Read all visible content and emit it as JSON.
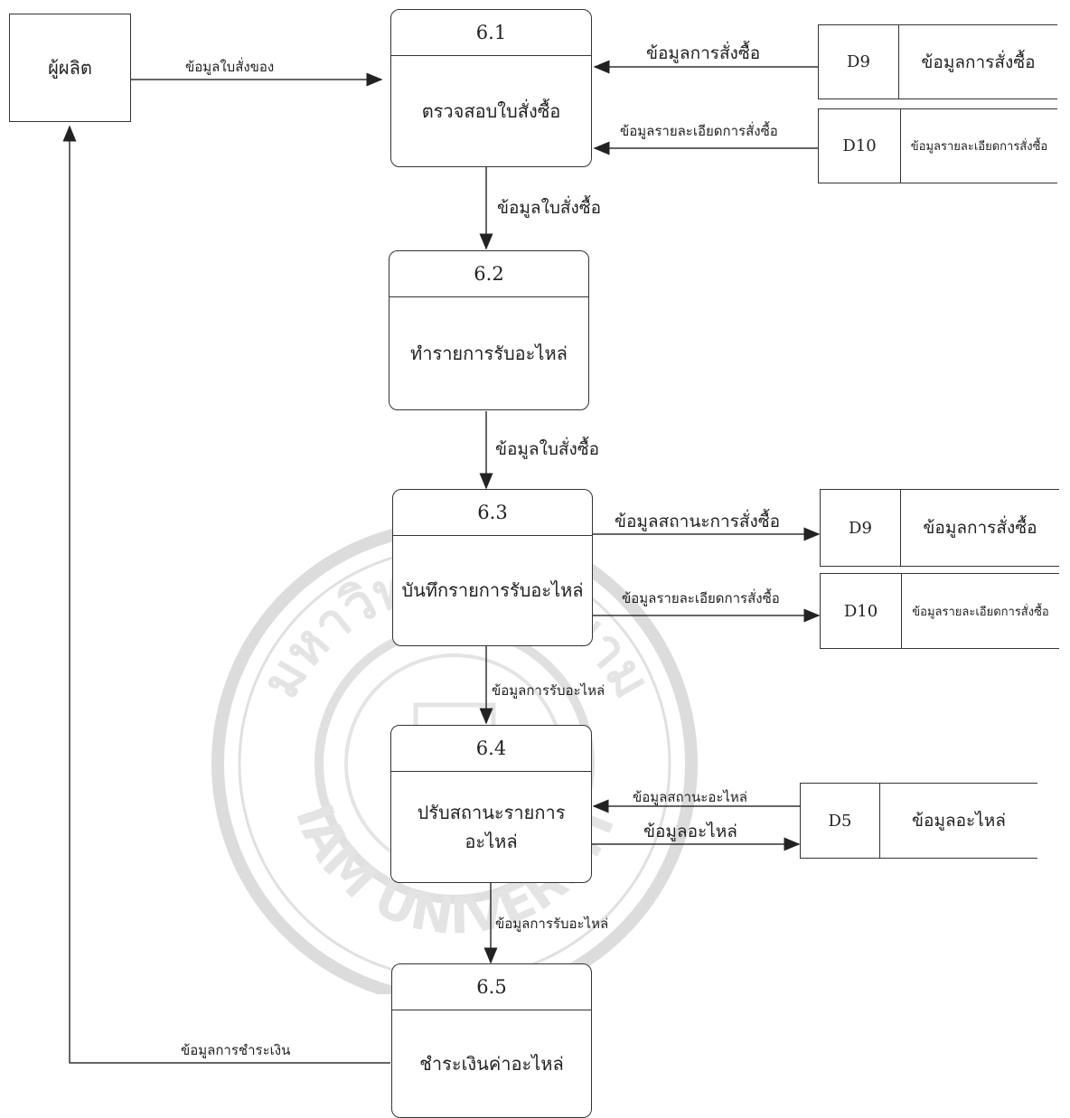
{
  "entity": {
    "label": "ผู้ผลิต"
  },
  "processes": [
    {
      "id": "6.1",
      "name": "ตรวจสอบใบสั่งซื้อ"
    },
    {
      "id": "6.2",
      "name": "ทำรายการรับอะไหล่"
    },
    {
      "id": "6.3",
      "name": "บันทึกรายการรับอะไหล่"
    },
    {
      "id": "6.4",
      "name": "ปรับสถานะรายการอะไหล่"
    },
    {
      "id": "6.5",
      "name": "ชำระเงินค่าอะไหล่"
    }
  ],
  "stores": [
    {
      "id": "D9",
      "name": "ข้อมูลการสั่งซื้อ"
    },
    {
      "id": "D10",
      "name": "ข้อมูลรายละเอียดการสั่งซื้อ"
    },
    {
      "id": "D9",
      "name": "ข้อมูลการสั่งซื้อ"
    },
    {
      "id": "D10",
      "name": "ข้อมูลรายละเอียดการสั่งซื้อ"
    },
    {
      "id": "D5",
      "name": "ข้อมูลอะไหล่"
    }
  ],
  "flows": {
    "entity_to_61": "ข้อมูลใบสั่งของ",
    "d9_to_61": "ข้อมูลการสั่งซื้อ",
    "d10_to_61": "ข้อมูลรายละเอียดการสั่งซื้อ",
    "p61_to_62": "ข้อมูลใบสั่งซื้อ",
    "p62_to_63": "ข้อมูลใบสั่งซื้อ",
    "p63_to_d9": "ข้อมูลสถานะการสั่งซื้อ",
    "p63_to_d10": "ข้อมูลรายละเอียดการสั่งซื้อ",
    "p63_to_64": "ข้อมูลการรับอะไหล่",
    "d5_to_64": "ข้อมูลสถานะอะไหล่",
    "p64_to_d5": "ข้อมูลอะไหล่",
    "p64_to_65": "ข้อมูลการรับอะไหล่",
    "p65_to_entity": "ข้อมูลการชำระเงิน"
  },
  "watermark": {
    "text_top": "มหาวิทยาลัยสยาม",
    "text_bottom": "SIAM UNIVERSITY"
  }
}
